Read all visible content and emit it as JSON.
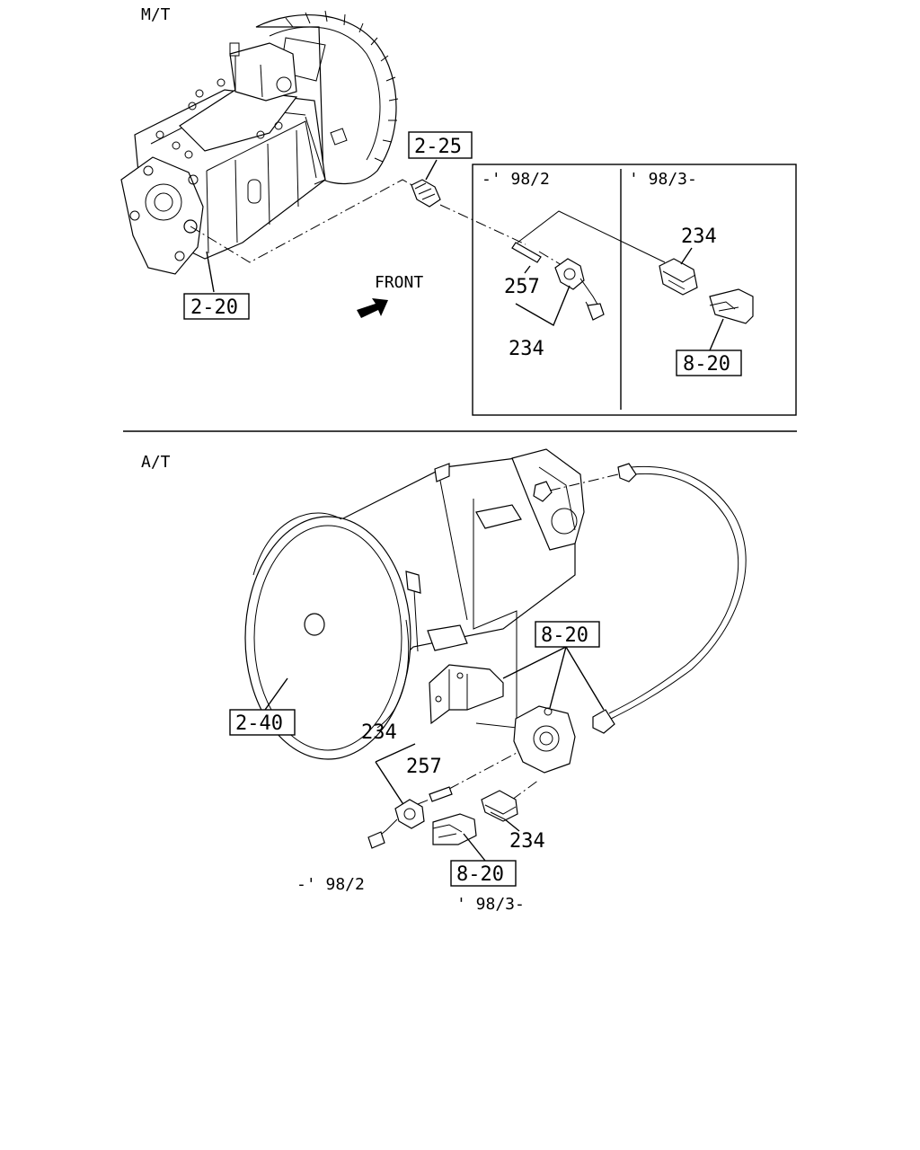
{
  "sections": {
    "mt": "M/T",
    "at": "A/T"
  },
  "mt": {
    "ref_2_25": "2-25",
    "ref_2_20": "2-20",
    "front": "FRONT",
    "inset": {
      "left_period": "-' 98/2",
      "right_period": "' 98/3-",
      "part_257": "257",
      "part_234_left": "234",
      "part_234_right": "234",
      "ref_8_20": "8-20"
    }
  },
  "at": {
    "ref_8_20_top": "8-20",
    "ref_2_40": "2-40",
    "part_234_upper": "234",
    "part_257": "257",
    "part_234_lower": "234",
    "ref_8_20_bottom": "8-20",
    "period_left": "-' 98/2",
    "period_right": "' 98/3-"
  }
}
